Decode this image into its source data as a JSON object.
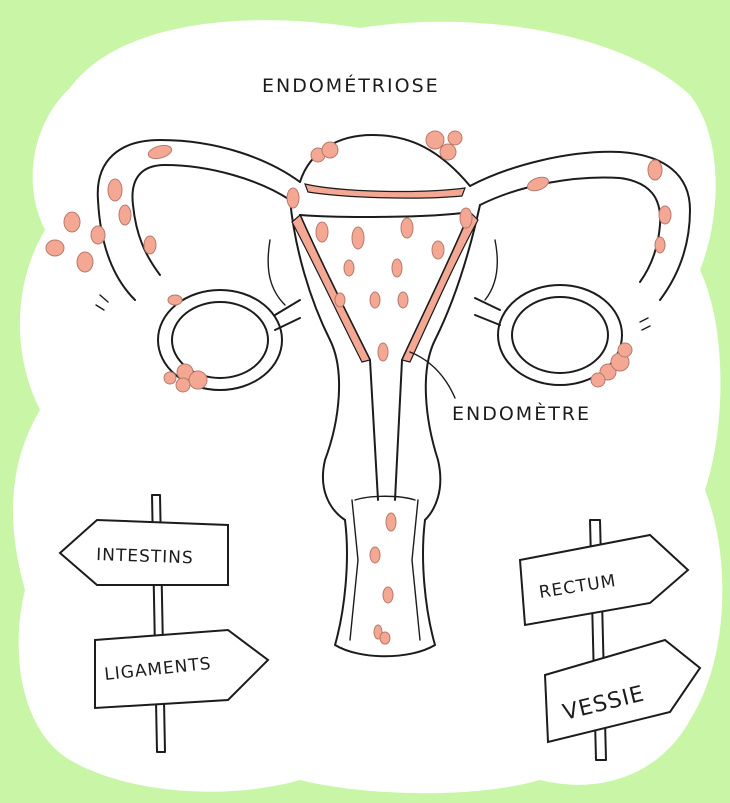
{
  "title": "ENDOMÉTRIOSE",
  "annotation": "ENDOMÈTRE",
  "signposts": {
    "left": {
      "top": "INTESTINS",
      "bottom": "LIGAMENTS"
    },
    "right": {
      "top": "RECTUM",
      "bottom": "VESSIE"
    }
  },
  "colors": {
    "background": "#c8f5a6",
    "blob": "#ffffff",
    "lesion": "#f4a894",
    "ink": "#1c1c1c"
  }
}
